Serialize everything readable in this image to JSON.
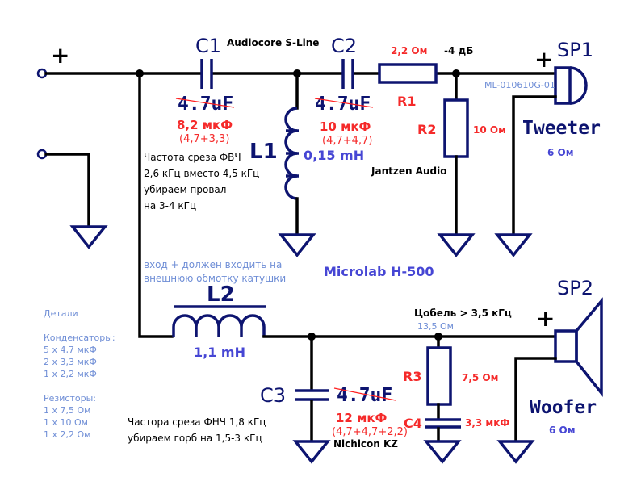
{
  "diagram": {
    "title": "Crossover schematic",
    "input": {
      "plus_label": "+"
    },
    "tweeter_branch": {
      "c1": {
        "ref": "C1",
        "original_value": "4.7uF",
        "new_value": "8,2 мкФ",
        "composition": "(4,7+3,3)"
      },
      "c1_brand": "Audiocore S-Line",
      "c2": {
        "ref": "C2",
        "original_value": "4.7uF",
        "new_value": "10 мкФ",
        "composition": "(4,7+4,7)"
      },
      "l1": {
        "ref": "L1",
        "value": "0,15 mH"
      },
      "r1": {
        "ref": "R1",
        "value": "2,2 Ом"
      },
      "r2": {
        "ref": "R2",
        "value": "10 Ом"
      },
      "resistor_brand": "Jantzen Audio",
      "attenuation": "-4 дБ",
      "hpf_note": [
        "Частота среза ФВЧ",
        "2,6 кГц вместо 4,5 кГц",
        "убираем провал",
        "на 3-4 кГц"
      ],
      "sp1": {
        "ref": "SP1",
        "plus": "+",
        "model": "ML-010610G-01",
        "name": "Tweeter",
        "impedance": "6 Ом"
      }
    },
    "model_label": "Microlab H-500",
    "woofer_branch": {
      "l2_note": [
        "вход + должен входить на",
        "внешнюю обмотку катушки"
      ],
      "l2": {
        "ref": "L2",
        "value": "1,1 mH"
      },
      "c3": {
        "ref": "C3",
        "original_value": "4.7uF",
        "new_value": "12 мкФ",
        "composition": "(4,7+4,7+2,2)",
        "brand": "Nichicon KZ"
      },
      "lpf_note": [
        "Частора среза ФНЧ 1,8 кГц",
        "убираем горб на 1,5-3 кГц"
      ],
      "zobel": {
        "title": "Цобель > 3,5 кГц",
        "impedance": "13,5 Ом"
      },
      "r3": {
        "ref": "R3",
        "value": "7,5 Ом"
      },
      "c4": {
        "ref": "C4",
        "value": "3,3 мкФ"
      },
      "sp2": {
        "ref": "SP2",
        "plus": "+",
        "name": "Woofer",
        "impedance": "6 Ом"
      }
    },
    "parts_list": {
      "title": "Детали",
      "capacitors_title": "Конденсаторы:",
      "capacitors": [
        "5 x 4,7 мкФ",
        "2 x 3,3 мкФ",
        "1 x 2,2 мкФ"
      ],
      "resistors_title": "Резисторы:",
      "resistors": [
        "1 x 7,5 Ом",
        "1 x 10 Ом",
        "1 x 2,2 Ом"
      ]
    },
    "colors": {
      "wire": "#000000",
      "component": "#0d1470",
      "modification": "#f52a2a",
      "annotation_blue": "#4646d4",
      "note_light_blue": "#6f8ed6"
    }
  }
}
